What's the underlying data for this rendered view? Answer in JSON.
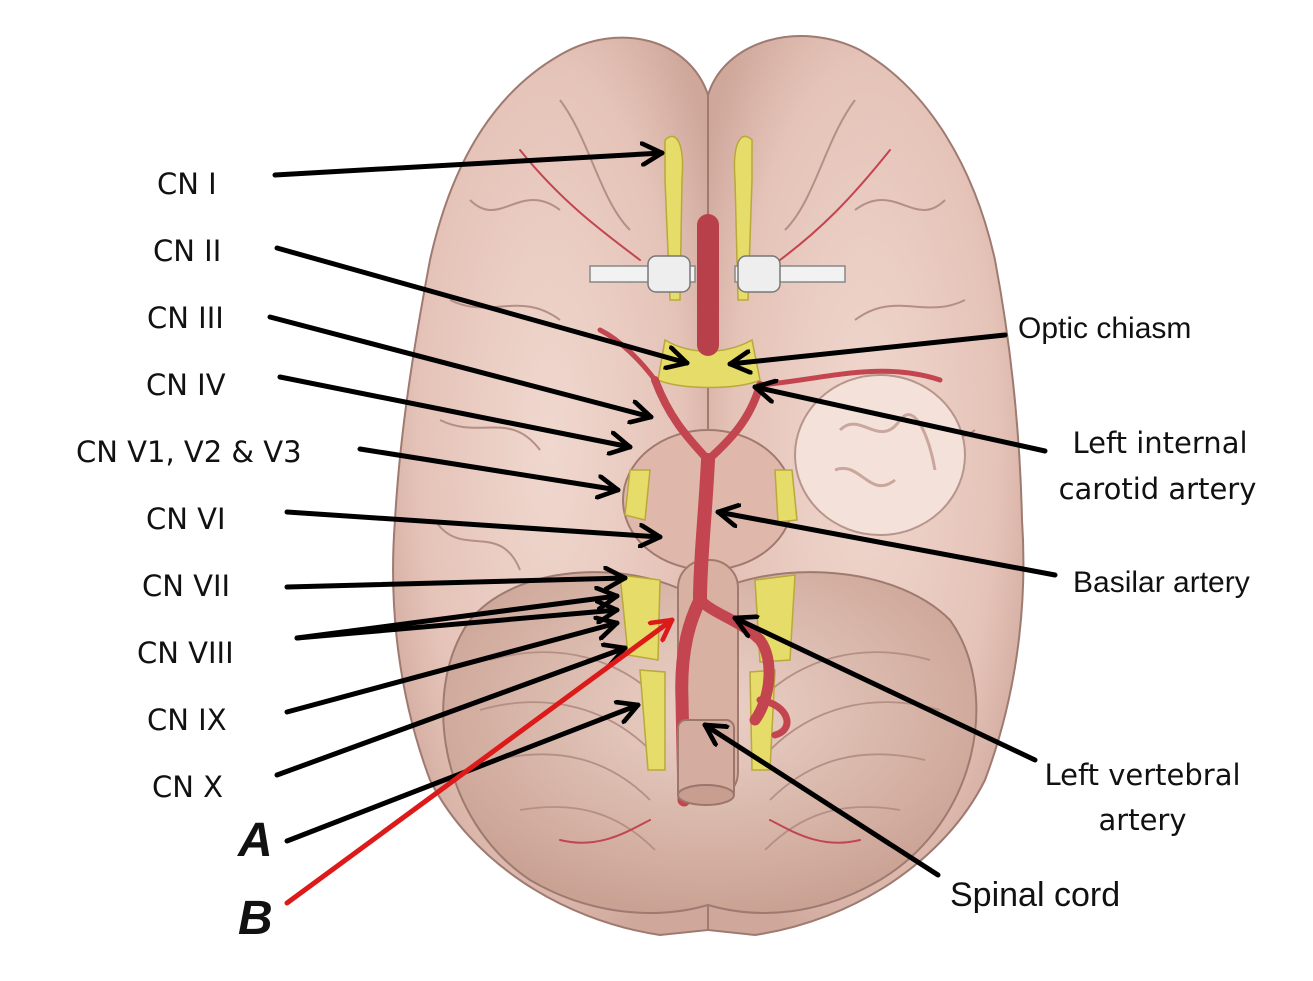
{
  "left_labels": {
    "cn1": "CN I",
    "cn2": "CN II",
    "cn3": "CN III",
    "cn4": "CN IV",
    "cn5": "CN V1, V2 & V3",
    "cn6": "CN VI",
    "cn7": "CN VII",
    "cn8": "CN VIII",
    "cn9": "CN IX",
    "cn10": "CN X",
    "a": "A",
    "b": "B"
  },
  "right_labels": {
    "optic_chiasm": "Optic chiasm",
    "left_internal_carotid_line1": "Left internal",
    "left_internal_carotid_line2": "carotid artery",
    "basilar_artery": "Basilar artery",
    "left_vertebral_line1": "Left vertebral",
    "left_vertebral_line2": "artery",
    "spinal_cord": "Spinal cord"
  },
  "colors": {
    "arrow": "#000000",
    "highlight_arrow": "#dd1a1a",
    "brain": "#e8c9bf",
    "nerve": "#e6dc6a",
    "artery": "#c2454f"
  }
}
